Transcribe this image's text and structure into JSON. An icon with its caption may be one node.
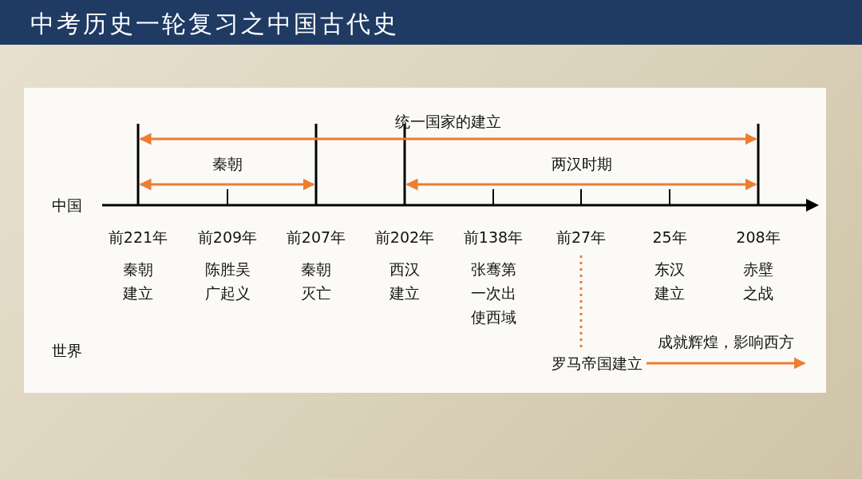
{
  "diagram": {
    "title": "中考历史一轮复习之中国古代史",
    "nodes": [
      {
        "text": [
          "前27年"
        ]
      },
      {
        "text": [
          "罗马帝国建立"
        ]
      }
    ],
    "edges": [
      {
        "from": 0,
        "to": 1,
        "arrow": "none",
        "style": "dashed"
      },
      {
        "from": 1,
        "to": null,
        "arrow": "to",
        "label": "成就辉煌，影响西方"
      }
    ],
    "labels": [
      "统一国家的建立",
      "秦朝",
      "两汉时期",
      "中国",
      "前221年",
      "前209年",
      "前207年",
      "前202年",
      "前138年",
      "25年",
      "208年",
      "秦朝建立",
      "陈胜吴广起义",
      "秦朝灭亡",
      "西汉建立",
      "张骞第一次出使西域",
      "东汉建立",
      "赤壁之战",
      "世界"
    ]
  }
}
